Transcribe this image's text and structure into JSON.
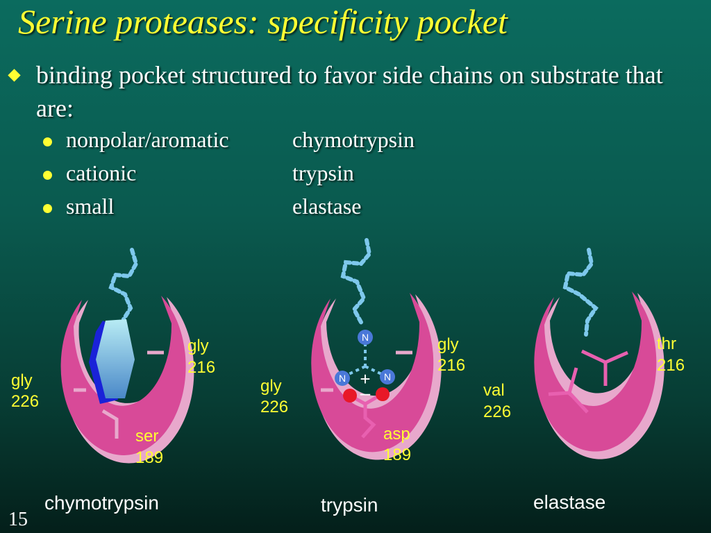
{
  "slide": {
    "title": "Serine proteases: specificity pocket",
    "main_bullet": "binding pocket structured to favor side chains on substrate that are:",
    "sub_items": [
      {
        "property": "nonpolar/aromatic",
        "enzyme": "chymotrypsin"
      },
      {
        "property": "cationic",
        "enzyme": "trypsin"
      },
      {
        "property": "small",
        "enzyme": "elastase"
      }
    ],
    "page_number": "15",
    "colors": {
      "title": "#ffff33",
      "pocket": "#d84a98",
      "pocket_light": "#e8a8cc",
      "chain": "#7ec8ec",
      "side_chain": "#e860b0",
      "nitrogen": "#4a78d8",
      "oxygen": "#e81828"
    }
  },
  "diagrams": {
    "chymotrypsin": {
      "name": "chymotrypsin",
      "res_a": [
        "gly",
        "216"
      ],
      "res_b": [
        "gly",
        "226"
      ],
      "res_c": [
        "ser",
        "189"
      ]
    },
    "trypsin": {
      "name": "trypsin",
      "res_a": [
        "gly",
        "216"
      ],
      "res_b": [
        "gly",
        "226"
      ],
      "res_c": [
        "asp",
        "189"
      ],
      "n_label": "N",
      "plus": "+",
      "minus": "–"
    },
    "elastase": {
      "name": "elastase",
      "res_a": [
        "thr",
        "216"
      ],
      "res_b": [
        "val",
        "226"
      ]
    }
  }
}
